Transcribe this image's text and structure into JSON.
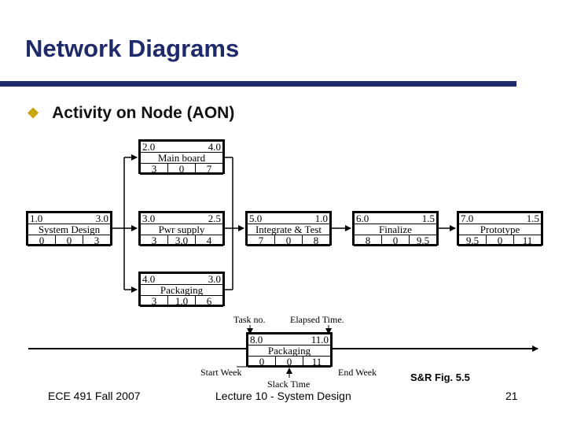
{
  "slide": {
    "title": "Network Diagrams",
    "bullet": "Activity on Node (AON)",
    "reference": "S&R Fig. 5.5",
    "footer_left": "ECE 491 Fall 2007",
    "footer_center": "Lecture 10 - System Design",
    "page_number": "21",
    "bullet_color": "#c8a400",
    "title_color": "#1f2a6b"
  },
  "nodes": [
    {
      "id": "1.0",
      "duration": "3.0",
      "name": "System Design",
      "start": "0",
      "slack": "0",
      "finish": "3"
    },
    {
      "id": "2.0",
      "duration": "4.0",
      "name": "Main board",
      "start": "3",
      "slack": "0",
      "finish": "7"
    },
    {
      "id": "3.0",
      "duration": "2.5",
      "name": "Pwr supply",
      "start": "3",
      "slack": "3.0",
      "finish": "4"
    },
    {
      "id": "4.0",
      "duration": "3.0",
      "name": "Packaging",
      "start": "3",
      "slack": "1.0",
      "finish": "6"
    },
    {
      "id": "5.0",
      "duration": "1.0",
      "name": "Integrate & Test",
      "start": "7",
      "slack": "0",
      "finish": "8"
    },
    {
      "id": "6.0",
      "duration": "1.5",
      "name": "Finalize",
      "start": "8",
      "slack": "0",
      "finish": "9.5"
    },
    {
      "id": "7.0",
      "duration": "1.5",
      "name": "Prototype",
      "start": "9.5",
      "slack": "0",
      "finish": "11"
    }
  ],
  "legend": {
    "node": {
      "id": "8.0",
      "duration": "11.0",
      "name": "Packaging",
      "start": "0",
      "slack": "0",
      "finish": "11"
    },
    "task_no_label": "Task no.",
    "elapsed_time_label": "Elapsed Time.",
    "start_week_label": "Start Week",
    "end_week_label": "End Week",
    "slack_time_label": "Slack Time"
  }
}
